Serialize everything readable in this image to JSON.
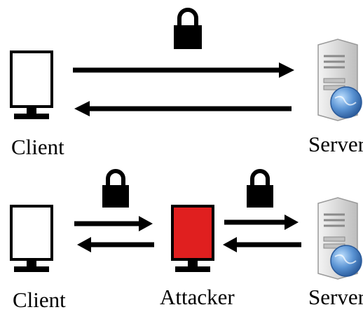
{
  "labels": {
    "top_client": "Client",
    "top_server": "Server",
    "bottom_client": "Client",
    "attacker": "Attacker",
    "bottom_server": "Server"
  },
  "icons": {
    "lock": "lock-icon",
    "client": "monitor-icon",
    "attacker": "monitor-icon",
    "server": "server-icon",
    "globe": "globe-icon"
  },
  "colors": {
    "stroke": "#000000",
    "attacker_screen": "#e01f1f",
    "server_body": "#d9d9d9",
    "globe": "#4a7fc0"
  }
}
